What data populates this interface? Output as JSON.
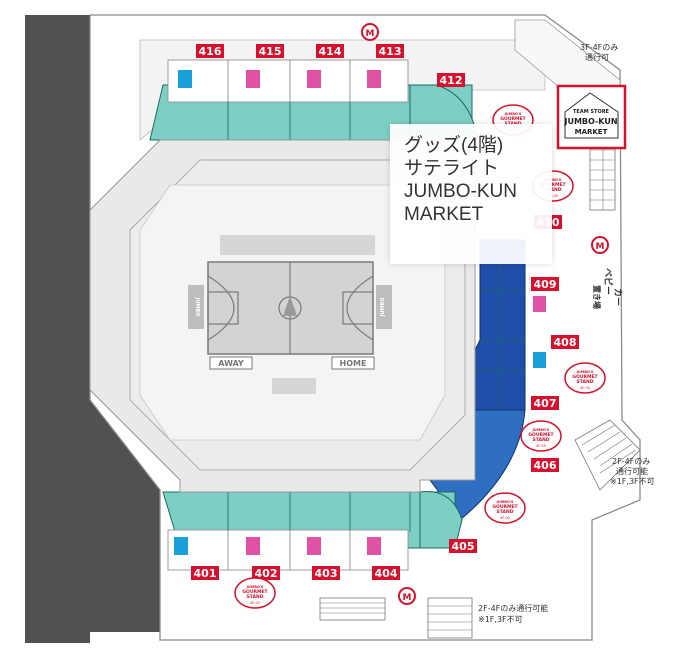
{
  "floor_map": {
    "sections": [
      {
        "id": "416",
        "kind": "upper"
      },
      {
        "id": "415",
        "kind": "upper"
      },
      {
        "id": "414",
        "kind": "upper"
      },
      {
        "id": "413",
        "kind": "upper"
      },
      {
        "id": "412",
        "kind": "upper"
      },
      {
        "id": "410",
        "kind": "right"
      },
      {
        "id": "409",
        "kind": "right"
      },
      {
        "id": "408",
        "kind": "right"
      },
      {
        "id": "407",
        "kind": "right"
      },
      {
        "id": "406",
        "kind": "right"
      },
      {
        "id": "405",
        "kind": "right"
      },
      {
        "id": "401",
        "kind": "lower"
      },
      {
        "id": "402",
        "kind": "lower"
      },
      {
        "id": "403",
        "kind": "lower"
      },
      {
        "id": "404",
        "kind": "lower"
      }
    ],
    "court": {
      "away_label": "AWAY",
      "home_label": "HOME",
      "bench_left": "JUMBO",
      "bench_right": "JUMBO"
    },
    "team_store": {
      "line1": "TEAM STORE",
      "line2": "JUMBO-KUN",
      "line3": "MARKET"
    },
    "gourmet_stand": {
      "brand": "JUMBO'S",
      "line1": "GOURMET",
      "line2": "STAND"
    },
    "gourmet_codes": [
      "4F-02",
      "4F-03",
      "4F-04",
      "4F-05"
    ],
    "stair_notes": {
      "top_line1": "3F-4Fのみ",
      "top_line2": "通行可",
      "right_line1": "2F-4Fのみ",
      "right_line2": "通行可能",
      "right_line3": "※1F,3F不可",
      "bottom_line1": "2F-4Fのみ通行可能",
      "bottom_line2": "※1F,3F不可"
    },
    "baby_car": {
      "line1": "ベビー",
      "line2": "カー",
      "line3": "置き場"
    },
    "elevator_symbol": "M",
    "colors": {
      "seat_teal": "#7dcfc4",
      "seat_blue": "#1f4fa8",
      "label_red": "#d7112d",
      "mint": "#bfe7dd",
      "wall_dark": "#515151"
    }
  },
  "tooltip": {
    "line1": "グッズ(4階)",
    "line2": "サテライト",
    "line3": "JUMBO-KUN",
    "line4": "MARKET"
  }
}
